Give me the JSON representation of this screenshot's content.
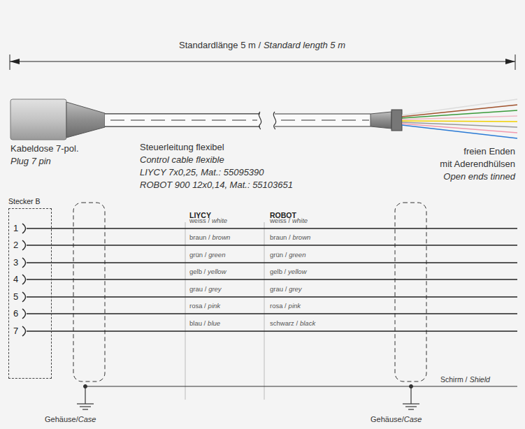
{
  "diagram": {
    "nodes": [
      {
        "text": [
          "Stecker B",
          "1",
          "2",
          "3",
          "4",
          "5",
          "6",
          "7"
        ]
      }
    ],
    "labels": [
      "Standardlänge 5 m /",
      "Standard length 5 m",
      "Kabeldose 7-pol.",
      "Plug 7 pin",
      "Steuerleitung flexibel",
      "Control cable flexible",
      "LIYCY 7x0,25, Mat.: 55095390",
      "ROBOT 900 12x0,14, Mat.: 55103651",
      "freien Enden",
      "mit Aderendhülsen",
      "Open ends tinned",
      "LIYCY",
      "ROBOT",
      "weiss /",
      "white",
      "weiss /",
      "white",
      "braun /",
      "brown",
      "braun /",
      "brown",
      "grün /",
      "green",
      "grün /",
      "green",
      "gelb /",
      "yellow",
      "gelb /",
      "yellow",
      "grau /",
      "grey",
      "grau /",
      "grey",
      "rosa /",
      "pink",
      "rosa /",
      "pink",
      "blau /",
      "blue",
      "schwarz /",
      "black",
      "Schirm /",
      "Shield",
      "Gehäuse/",
      "Case",
      "Gehäuse/",
      "Case"
    ]
  }
}
